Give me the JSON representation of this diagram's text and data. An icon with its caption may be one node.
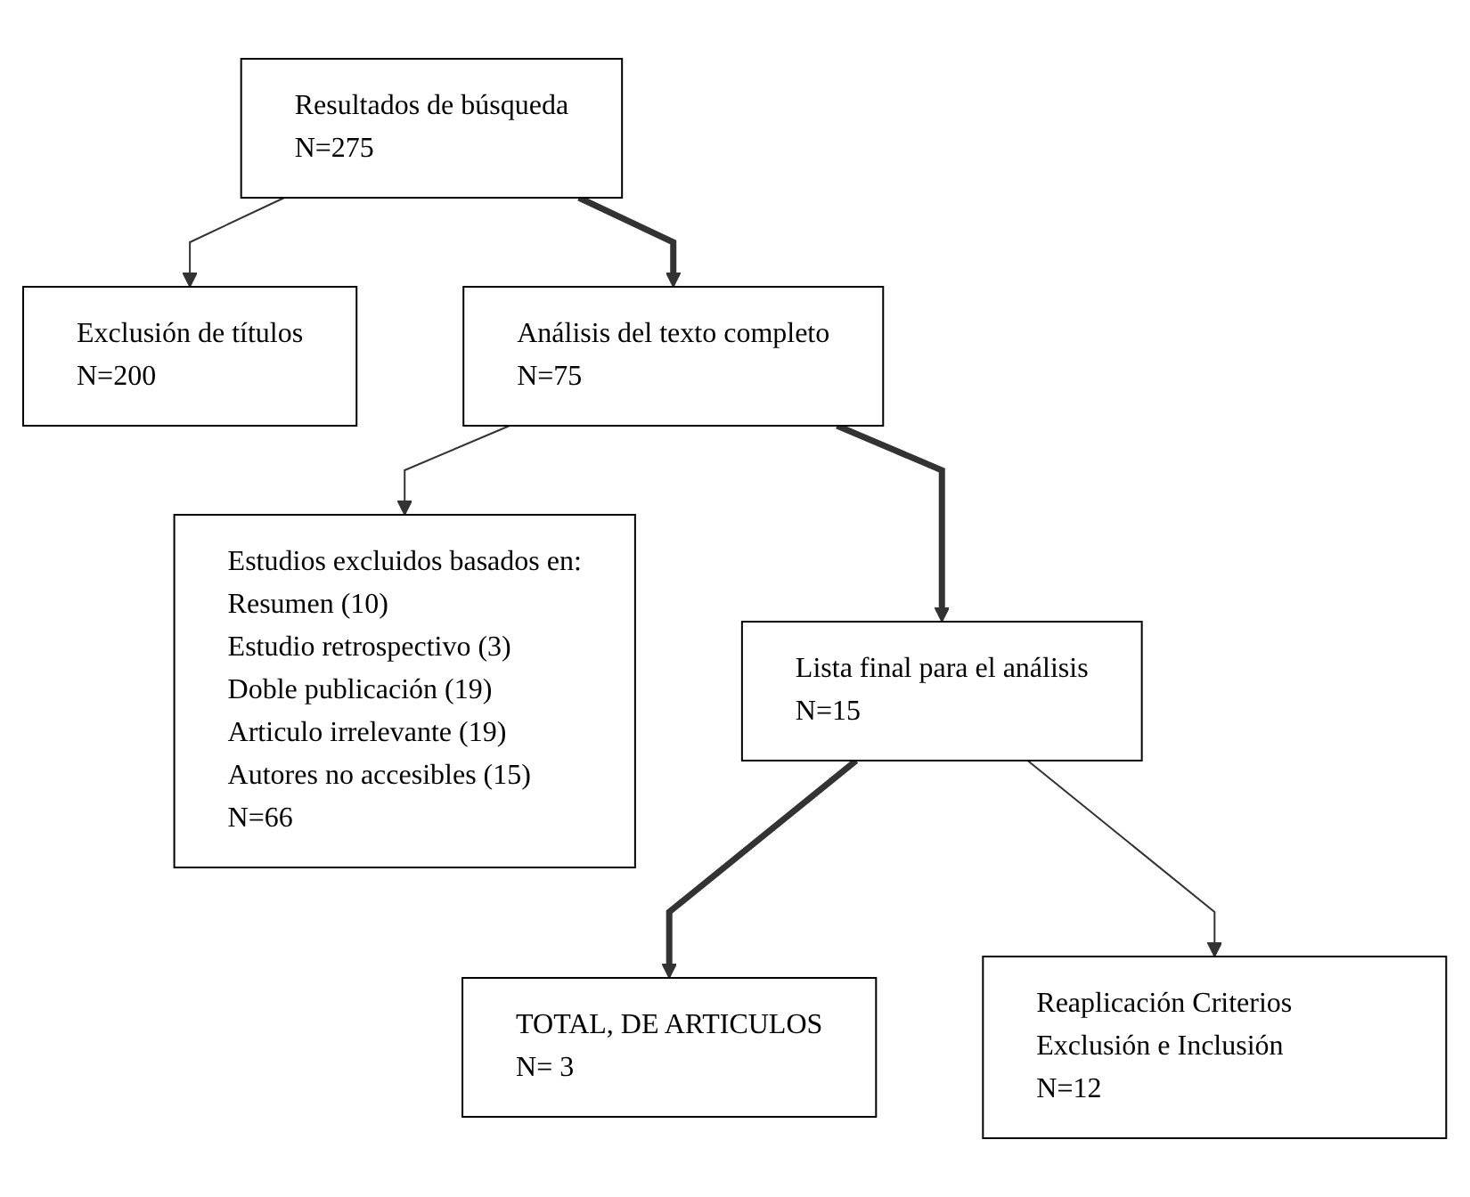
{
  "diagram": {
    "nodes": [
      {
        "text": [
          "Resultados de búsqueda",
          "N=275"
        ]
      },
      {
        "text": [
          "Exclusión de títulos",
          "N=200"
        ]
      },
      {
        "text": [
          "Análisis del texto completo",
          "N=75"
        ]
      },
      {
        "text": [
          "Estudios excluidos basados en:",
          "Resumen (10)",
          "Estudio retrospectivo (3)",
          "Doble publicación (19)",
          "Articulo irrelevante (19)",
          "Autores no accesibles (15)",
          "N=66"
        ]
      },
      {
        "text": [
          "Lista final para el análisis",
          "N=15"
        ]
      },
      {
        "text": [
          "Reaplicación Criterios Exclusión e Inclusión",
          "N=12"
        ]
      },
      {
        "text": [
          "TOTAL, DE ARTICULOS",
          "N= 3"
        ]
      }
    ],
    "edges": [
      {
        "from": 0,
        "to": 2,
        "arrow": "to",
        "style": "thick"
      },
      {
        "from": 0,
        "to": 1,
        "arrow": "to"
      },
      {
        "from": 2,
        "to": 4,
        "arrow": "to",
        "style": "thick"
      },
      {
        "from": 2,
        "to": 3,
        "arrow": "to"
      },
      {
        "from": 4,
        "to": 6,
        "arrow": "to",
        "style": "thick"
      },
      {
        "from": 4,
        "to": 5,
        "arrow": "to"
      }
    ]
  }
}
